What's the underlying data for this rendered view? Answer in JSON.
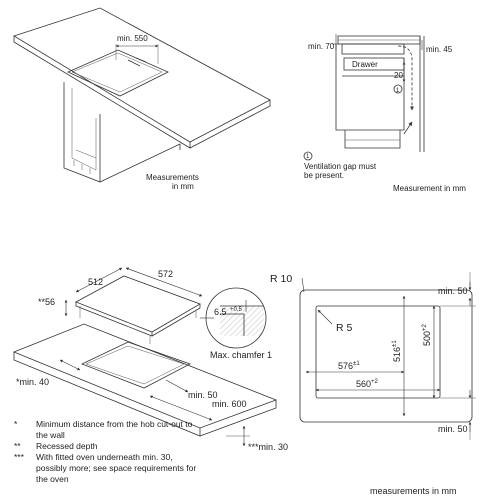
{
  "panel_top_left": {
    "min_550": "min. 550",
    "caption_line1": "Measurements",
    "caption_line2": "in mm"
  },
  "panel_top_right": {
    "min_70": "min. 70",
    "min_45": "min. 45",
    "drawer": "Drawer",
    "dim_20": "20",
    "circle_1": "1",
    "note_line1": "Ventilation gap must",
    "note_line2": "be present.",
    "caption": "Measurement in mm"
  },
  "panel_bottom_left": {
    "dim_512": "512",
    "dim_572": "572",
    "dim_56": "**56",
    "dim_6_5": "6.5",
    "dim_tol": "+0.5",
    "max_chamfer": "Max. chamfer 1",
    "min_40": "*min. 40",
    "min_50": "min. 50",
    "min_600": "min. 600",
    "min_30": "***min. 30"
  },
  "notes": [
    {
      "marker": "*",
      "text": "Minimum distance from the hob cut-out to the wall"
    },
    {
      "marker": "**",
      "text": "Recessed depth"
    },
    {
      "marker": "***",
      "text": "With fitted oven underneath min. 30, possibly more; see space requirements for the oven"
    }
  ],
  "panel_bottom_right": {
    "r10": "R 10",
    "r5": "R 5",
    "min_50_top": "min. 50",
    "min_50_bottom": "min. 50",
    "dim_576": "576",
    "dim_576_tol": "±1",
    "dim_560": "560",
    "dim_560_tol": "+2",
    "dim_516": "516",
    "dim_516_tol": "±1",
    "dim_500": "500",
    "dim_500_tol": "+2",
    "caption": "measurements in mm"
  }
}
